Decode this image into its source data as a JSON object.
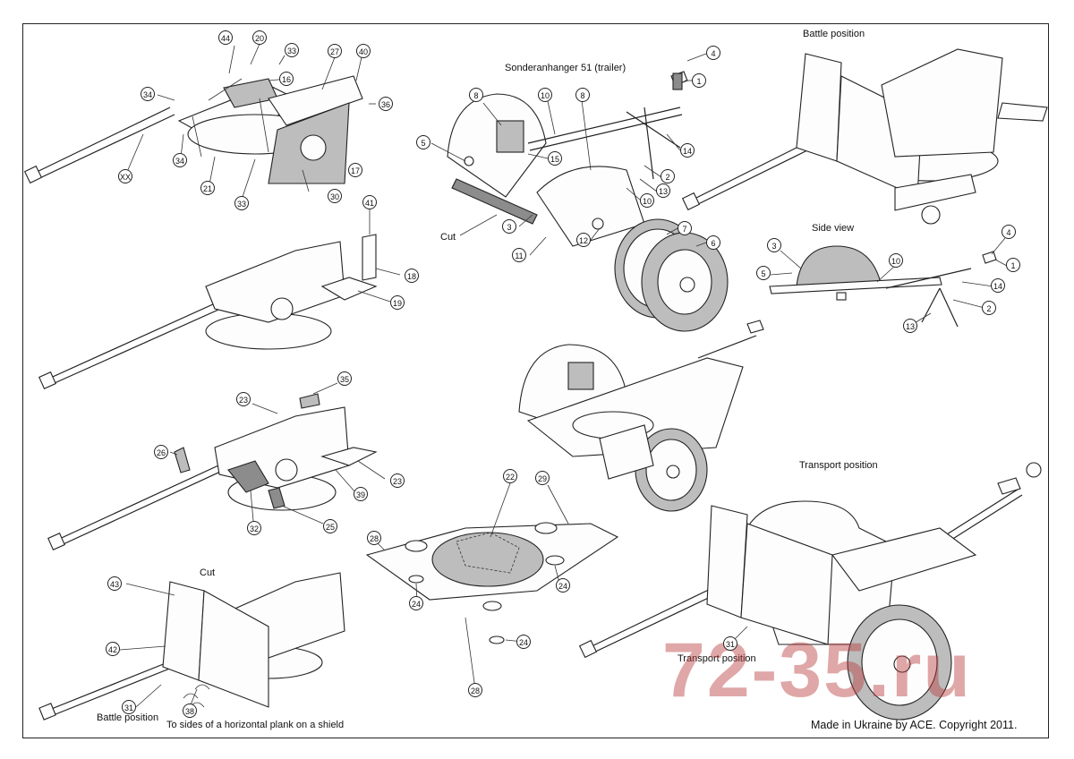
{
  "titles": {
    "battle_position_top": "Battle position",
    "trailer": "Sonderanhanger 51 (trailer)",
    "side_view": "Side view",
    "transport_position": "Transport position",
    "cut_left": "Cut",
    "cut_bottom": "Cut",
    "battle_position_bottom": "Battle position",
    "shield_note": "To sides of a horizontal plank on a shield",
    "transport_position_small": "Transport position",
    "copyright": "Made in Ukraine by ACE. Copyright 2011.",
    "watermark": "72-35.ru"
  },
  "callouts": {
    "c44": "44",
    "c20": "20",
    "c33a": "33",
    "c27": "27",
    "c40": "40",
    "c34a": "34",
    "c16": "16",
    "c36": "36",
    "cXX": "XX",
    "c34b": "34",
    "c21": "21",
    "c33b": "33",
    "c30": "30",
    "c17": "17",
    "c41": "41",
    "c18": "18",
    "c19": "19",
    "c23a": "23",
    "c35": "35",
    "c26": "26",
    "c23b": "23",
    "c39": "39",
    "c32": "32",
    "c25": "25",
    "c43": "43",
    "c42": "42",
    "c31a": "31",
    "c38": "38",
    "c22": "22",
    "c29": "29",
    "c28a": "28",
    "c24a": "24",
    "c24b": "24",
    "c24c": "24",
    "c28b": "28",
    "t8a": "8",
    "t10a": "10",
    "t8b": "8",
    "t4a": "4",
    "t1a": "1",
    "t5a": "5",
    "t15": "15",
    "t14a": "14",
    "t2a": "2",
    "t13a": "13",
    "t10b": "10",
    "t3a": "3",
    "t11": "11",
    "t12": "12",
    "t7": "7",
    "t6": "6",
    "s3": "3",
    "s4": "4",
    "s5": "5",
    "s10": "10",
    "s1": "1",
    "s14": "14",
    "s2": "2",
    "s13": "13",
    "c31b": "31"
  },
  "colors": {
    "line": "#222222",
    "part_grey": "#bdbdbd",
    "part_dark": "#8c8c8c",
    "watermark": "#b93c3c"
  }
}
